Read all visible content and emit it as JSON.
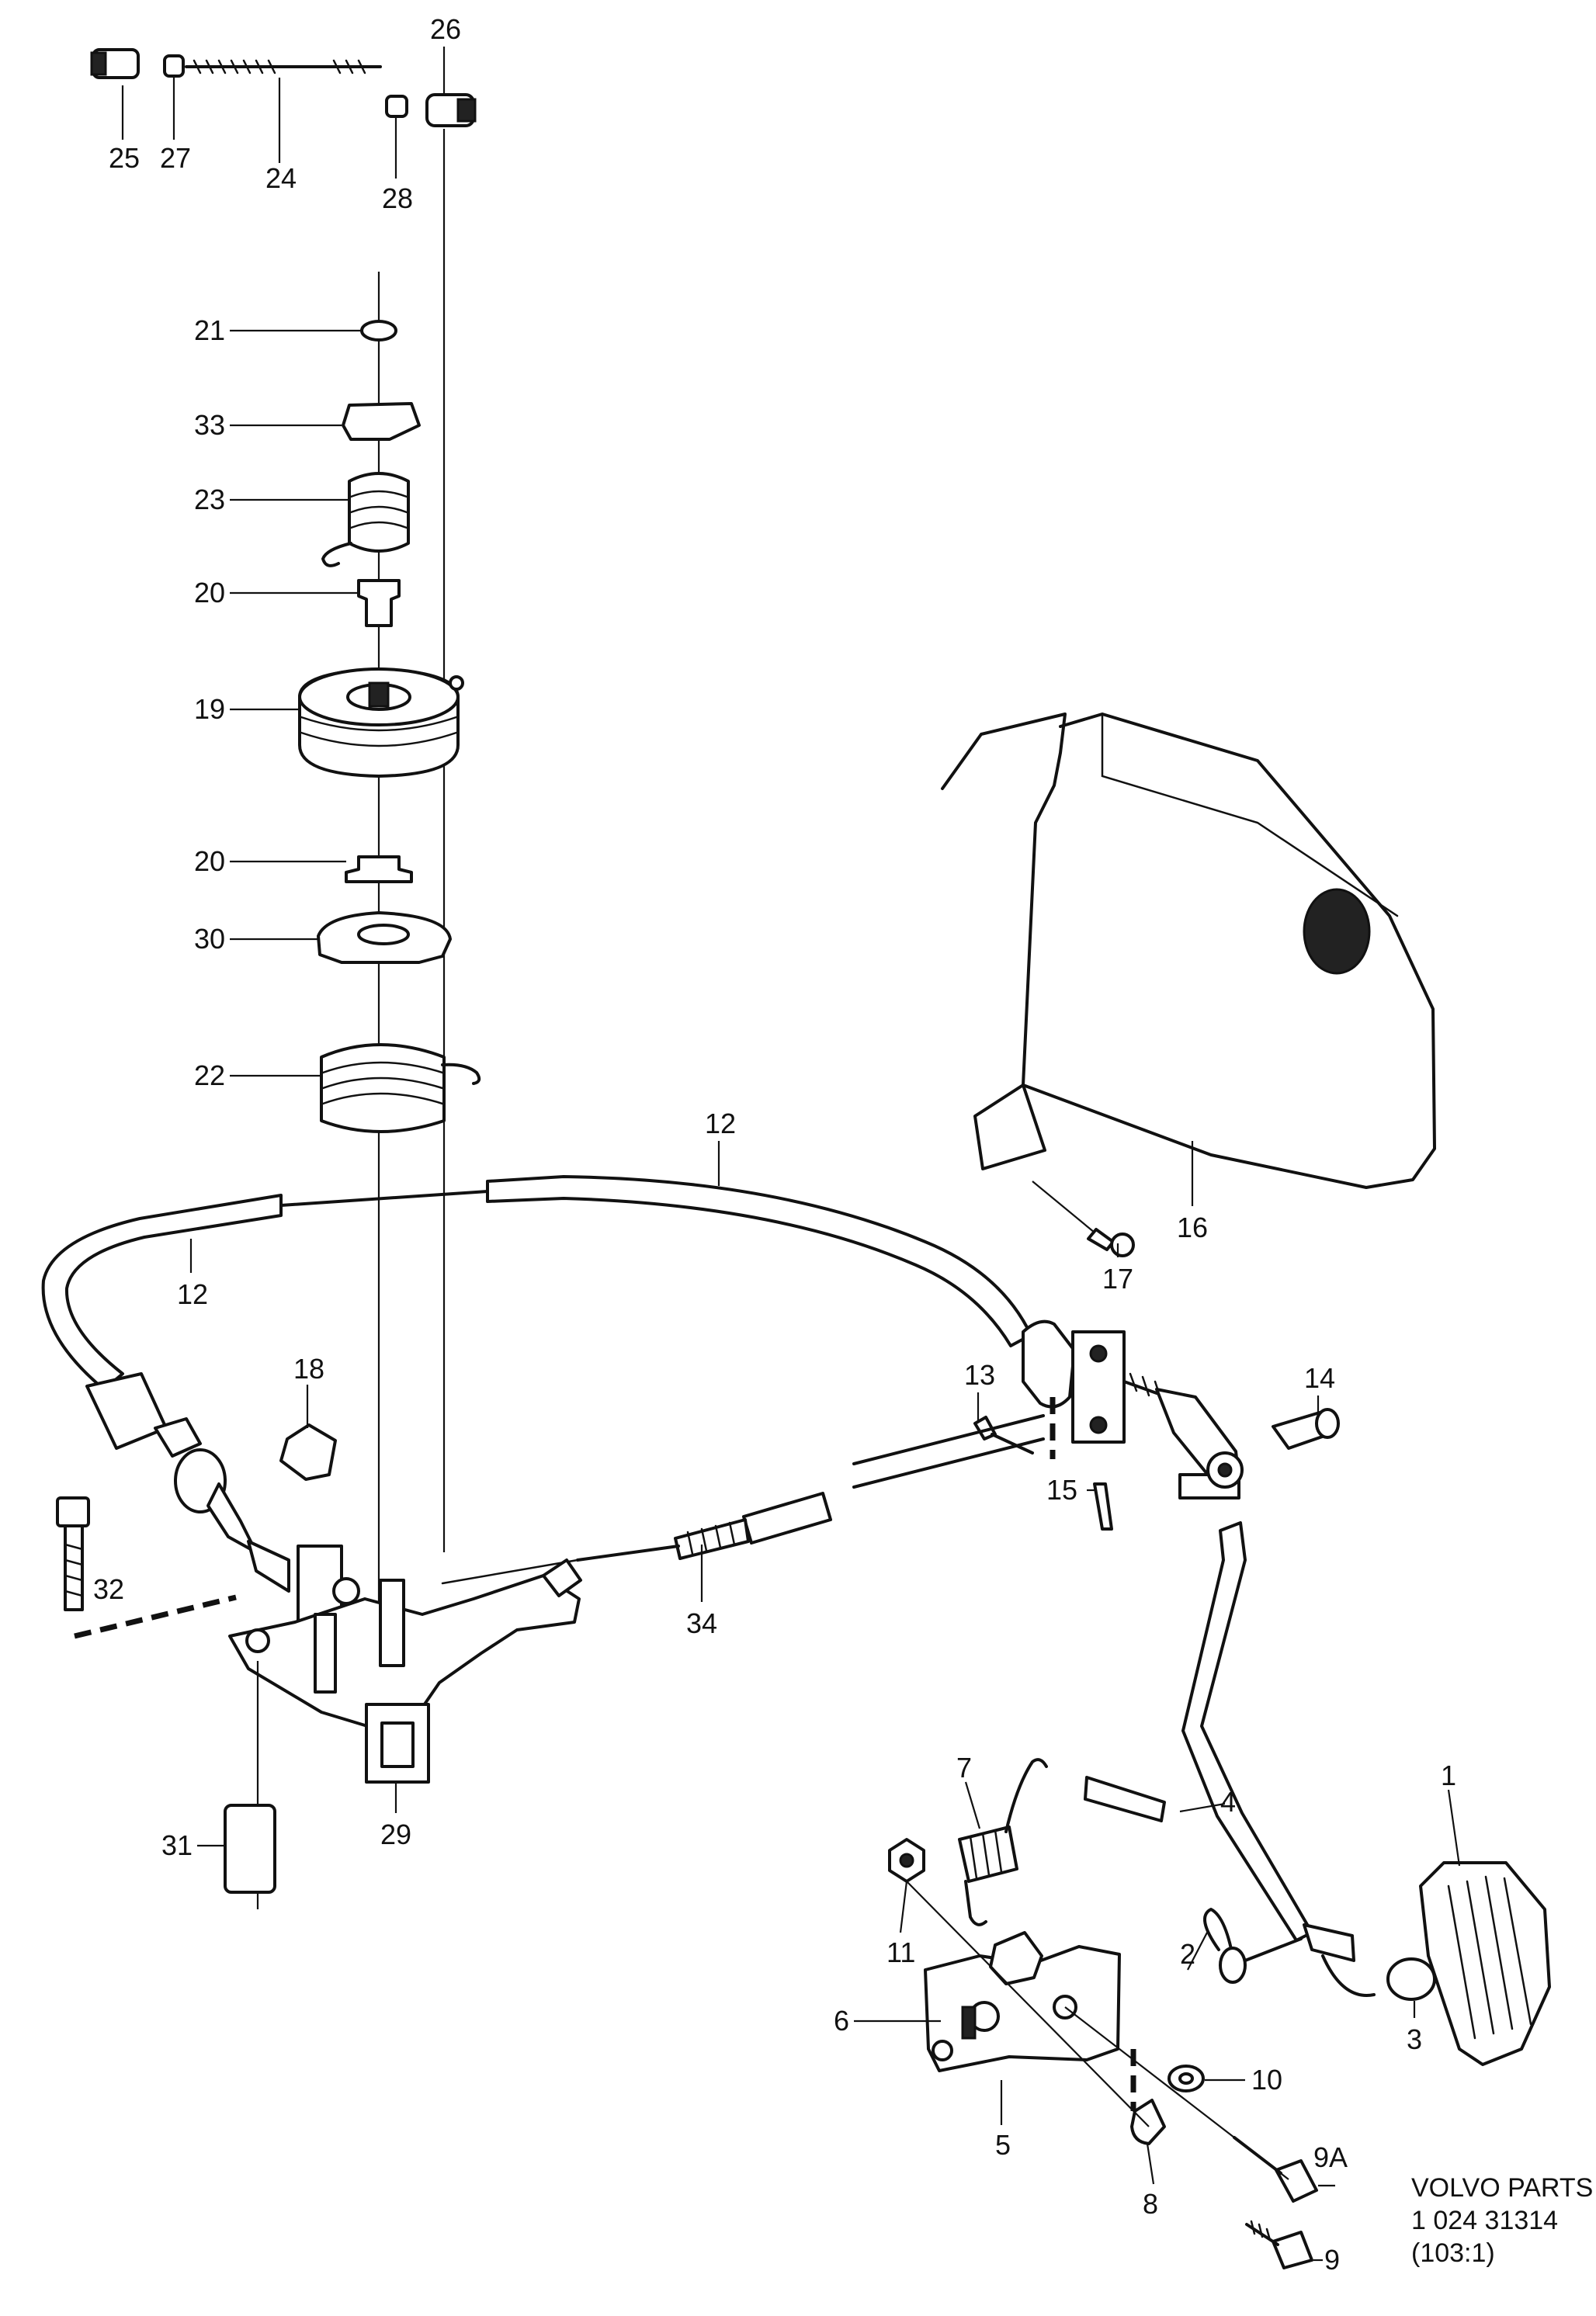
{
  "labels": {
    "l1": "1",
    "l2": "2",
    "l3": "3",
    "l4": "4",
    "l5": "5",
    "l6": "6",
    "l7": "7",
    "l8": "8",
    "l9": "9",
    "l9a": "9A",
    "l10": "10",
    "l11": "11",
    "l12a": "12",
    "l12b": "12",
    "l13": "13",
    "l14": "14",
    "l15": "15",
    "l16": "16",
    "l17": "17",
    "l18": "18",
    "l19": "19",
    "l20a": "20",
    "l20b": "20",
    "l21": "21",
    "l22": "22",
    "l23": "23",
    "l24": "24",
    "l25": "25",
    "l26": "26",
    "l27": "27",
    "l28": "28",
    "l29": "29",
    "l30": "30",
    "l31": "31",
    "l32": "32",
    "l33": "33",
    "l34": "34"
  },
  "caption": {
    "line1": "VOLVO PARTS",
    "line2": "1 024  31314",
    "line3": "(103:1)"
  }
}
